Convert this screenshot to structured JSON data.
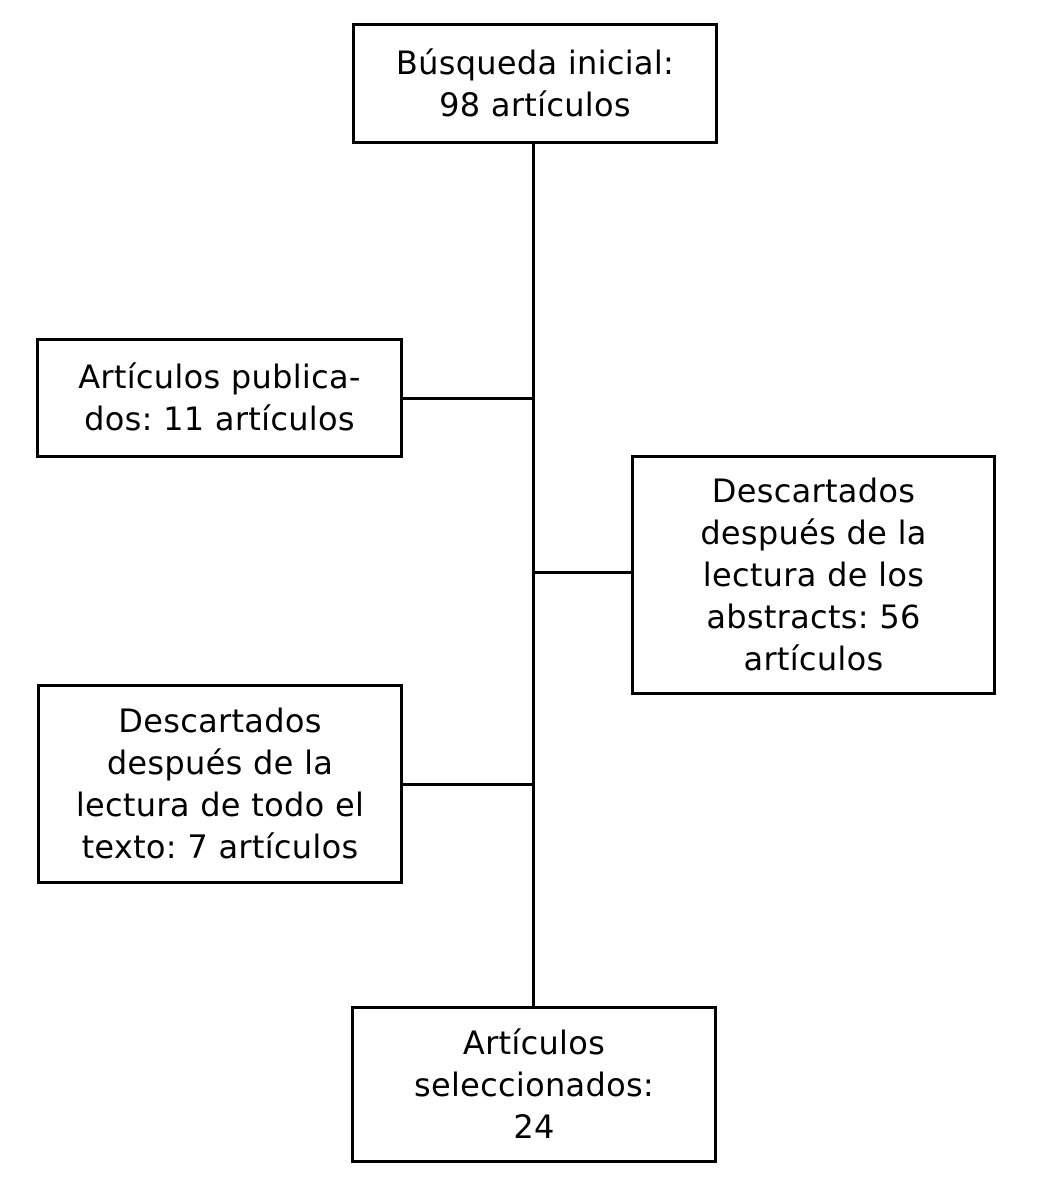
{
  "diagram": {
    "title": "Article selection flow diagram",
    "colors": {
      "background": "#ffffff",
      "border": "#000000",
      "text": "#000000"
    },
    "boxes": {
      "initial": {
        "lines": [
          "Búsqueda inicial:",
          "98 artículos"
        ]
      },
      "published": {
        "lines": [
          "Artículos publica-",
          "dos: 11 artículos"
        ]
      },
      "discarded_abstracts": {
        "lines": [
          "Descartados",
          "después de la",
          "lectura de los",
          "abstracts: 56",
          "artículos"
        ]
      },
      "discarded_fulltext": {
        "lines": [
          "Descartados",
          "después de la",
          "lectura de todo el",
          "texto: 7 artículos"
        ]
      },
      "selected": {
        "lines": [
          "Artículos",
          "seleccionados:",
          "24"
        ]
      }
    }
  }
}
